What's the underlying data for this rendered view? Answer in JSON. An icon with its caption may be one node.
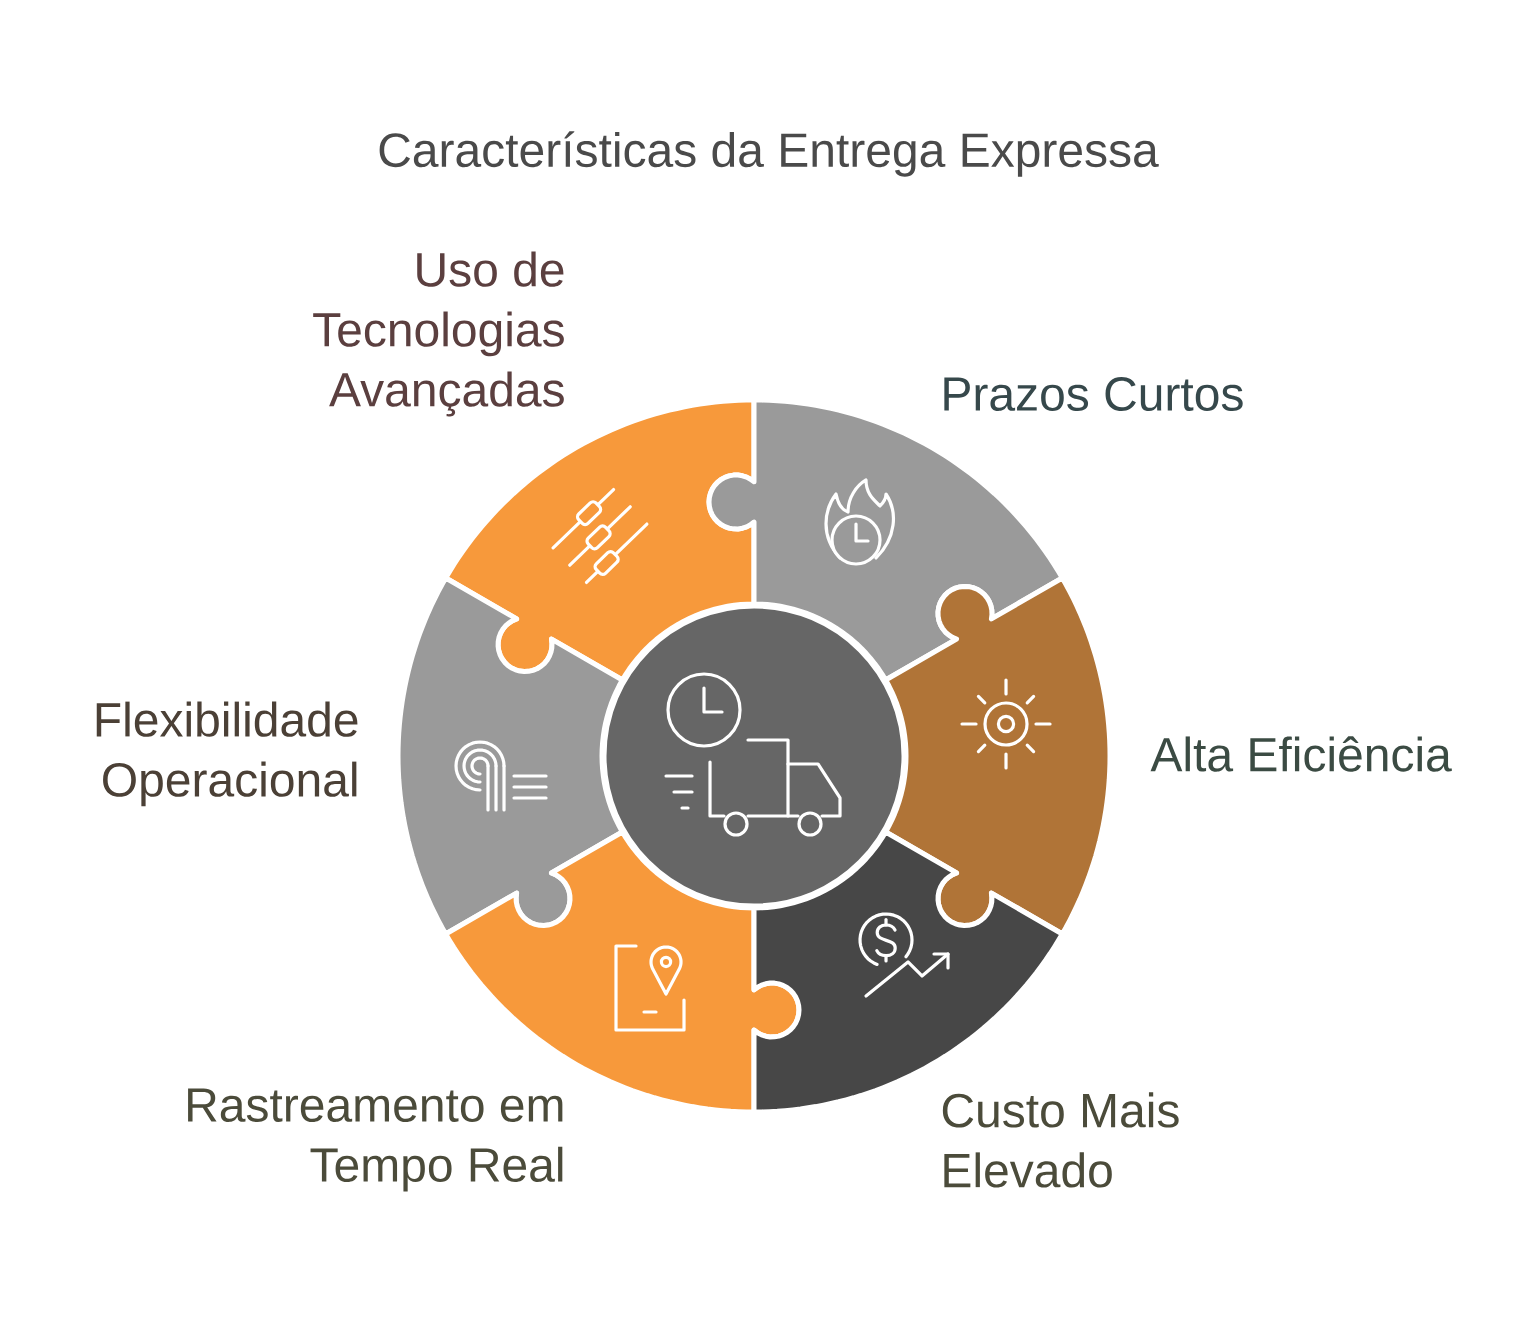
{
  "diagram": {
    "title": "Características da Entrega Expressa",
    "nodes": [
      {
        "text": [
          "Uso de Tecnologias Avançadas"
        ]
      },
      {
        "text": [
          "Prazos Curtos"
        ]
      },
      {
        "text": [
          "Flexibilidade Operacional"
        ]
      },
      {
        "text": [
          "Alta Eficiência"
        ]
      },
      {
        "text": [
          "Rastreamento em Tempo Real"
        ]
      },
      {
        "text": [
          "Custo Mais Elevado"
        ]
      },
      {
        "text": [],
        "shape": "circle"
      }
    ]
  }
}
